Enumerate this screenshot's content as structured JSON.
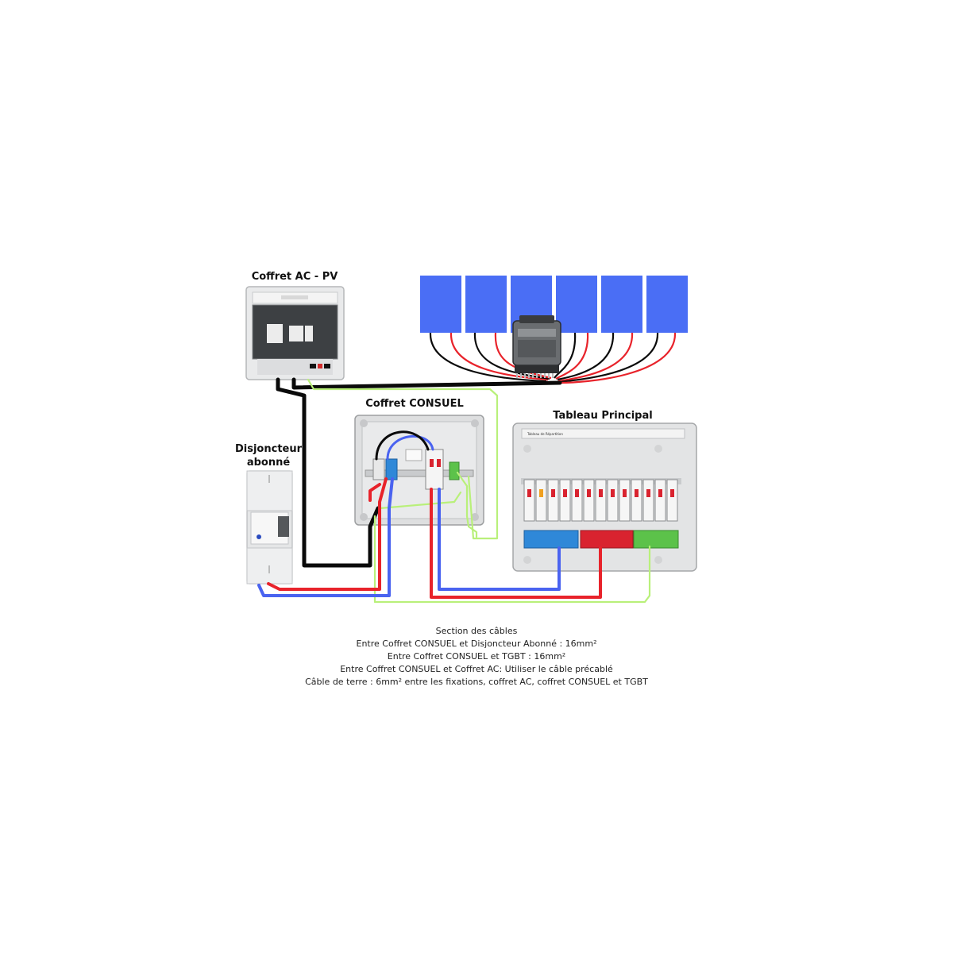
{
  "labels": {
    "coffret_ac_pv": "Coffret AC - PV",
    "coffret_consuel": "Coffret CONSUEL",
    "tableau_principal": "Tableau Principal",
    "disjoncteur_line1": "Disjoncteur",
    "disjoncteur_line2": "abonné",
    "tableau_header": "Tableau de Répartition"
  },
  "notes": {
    "title": "Section des câbles",
    "lines": [
      "Entre Coffret CONSUEL et Disjoncteur Abonné : 16mm²",
      "Entre Coffret CONSUEL et TGBT : 16mm²",
      "Entre Coffret CONSUEL et Coffret AC: Utiliser le câble précablé",
      "Câble de terre : 6mm² entre les fixations, coffret AC, coffret CONSUEL et TGBT"
    ]
  },
  "panels": {
    "count": 6
  },
  "colors": {
    "panel_blue": "#4a6ef5",
    "wire_red": "#e8232b",
    "wire_blue": "#4a63f0",
    "wire_black": "#0a0a0a",
    "wire_green": "#b9f07a",
    "terminal_blue": "#2f88d8",
    "terminal_red": "#d9232f",
    "terminal_green": "#5cc24a"
  },
  "breakers": {
    "count": 13
  }
}
